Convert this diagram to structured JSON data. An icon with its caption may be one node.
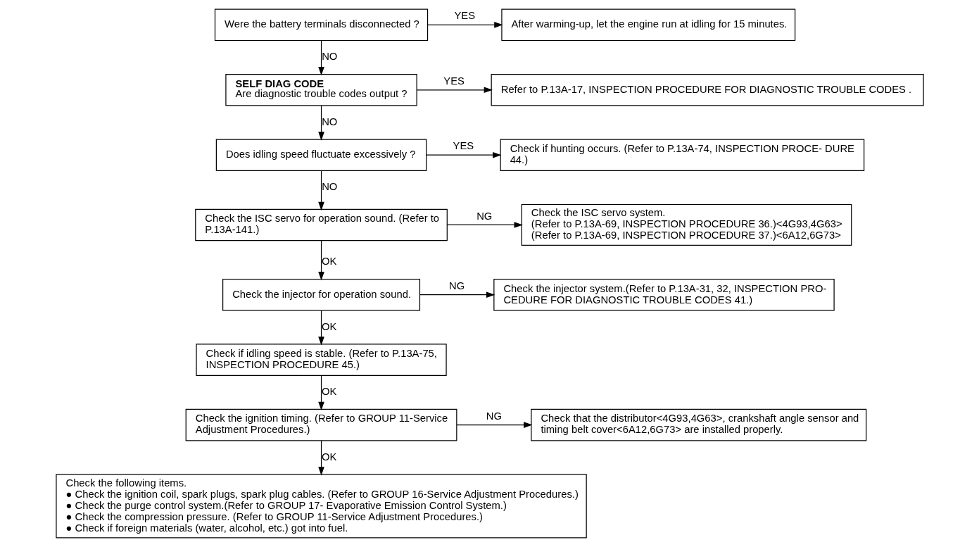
{
  "diagram": {
    "nodes": [
      {
        "text": [
          "Were the battery terminals disconnected ?"
        ]
      },
      {
        "text": [
          "After warming-up, let the engine run at idling for 15 minutes."
        ]
      },
      {
        "text": [
          "SELF DIAG CODE",
          "Are diagnostic trouble codes output ?"
        ]
      },
      {
        "text": [
          "Refer to P.13A-17, INSPECTION PROCEDURE FOR DIAGNOSTIC TROUBLE CODES ."
        ]
      },
      {
        "text": [
          "Does idling speed fluctuate excessively ?"
        ]
      },
      {
        "text": [
          "Check if hunting occurs. (Refer to P.13A-74, INSPECTION PROCE- DURE 44.)"
        ]
      },
      {
        "text": [
          "Check the ISC servo for operation sound. (Refer to P.13A-141.)"
        ]
      },
      {
        "text": [
          "Check the ISC servo system.",
          "(Refer to P.13A-69, INSPECTION PROCEDURE 36.)<4G93,4G63>",
          "(Refer to P.13A-69, INSPECTION PROCEDURE 37.)<6A12,6G73>"
        ]
      },
      {
        "text": [
          "Check the injector for operation sound."
        ]
      },
      {
        "text": [
          "Check the injector system.(Refer to P.13A-31, 32, INSPECTION PRO- CEDURE FOR DIAGNOSTIC TROUBLE CODES 41.)"
        ]
      },
      {
        "text": [
          "Check if idling speed is stable. (Refer to P.13A-75, INSPECTION PROCEDURE 45.)"
        ]
      },
      {
        "text": [
          "Check the ignition timing. (Refer to GROUP 11-Service Adjustment Procedures.)"
        ]
      },
      {
        "text": [
          "Check that the distributor<4G93,4G63>, crankshaft angle sensor and timing belt cover<6A12,6G73> are installed properly."
        ]
      },
      {
        "text": [
          "Check the following items.",
          "● Check the ignition coil, spark plugs, spark plug cables. (Refer to GROUP 16-Service Adjustment Procedures.)",
          "● Check the purge control system.(Refer to GROUP 17- Evaporative Emission Control System.)",
          "● Check the compression pressure. (Refer to GROUP 11-Service Adjustment Procedures.)",
          "● Check if foreign materials (water, alcohol, etc.) got into fuel."
        ]
      }
    ],
    "edges": [
      {
        "from": 0,
        "to": 1,
        "arrow": "to",
        "label": "YES"
      },
      {
        "from": 0,
        "to": 2,
        "arrow": "to",
        "label": "NO"
      },
      {
        "from": 2,
        "to": 3,
        "arrow": "to",
        "label": "YES"
      },
      {
        "from": 2,
        "to": 4,
        "arrow": "to",
        "label": "NO"
      },
      {
        "from": 4,
        "to": 5,
        "arrow": "to",
        "label": "YES"
      },
      {
        "from": 4,
        "to": 6,
        "arrow": "to",
        "label": "NO"
      },
      {
        "from": 6,
        "to": 7,
        "arrow": "to",
        "label": "NG"
      },
      {
        "from": 6,
        "to": 8,
        "arrow": "to",
        "label": "OK"
      },
      {
        "from": 8,
        "to": 9,
        "arrow": "to",
        "label": "NG"
      },
      {
        "from": 8,
        "to": 10,
        "arrow": "to",
        "label": "OK"
      },
      {
        "from": 10,
        "to": 11,
        "arrow": "to",
        "label": "OK"
      },
      {
        "from": 11,
        "to": 12,
        "arrow": "to",
        "label": "NG"
      },
      {
        "from": 11,
        "to": 13,
        "arrow": "to",
        "label": "OK"
      }
    ]
  }
}
